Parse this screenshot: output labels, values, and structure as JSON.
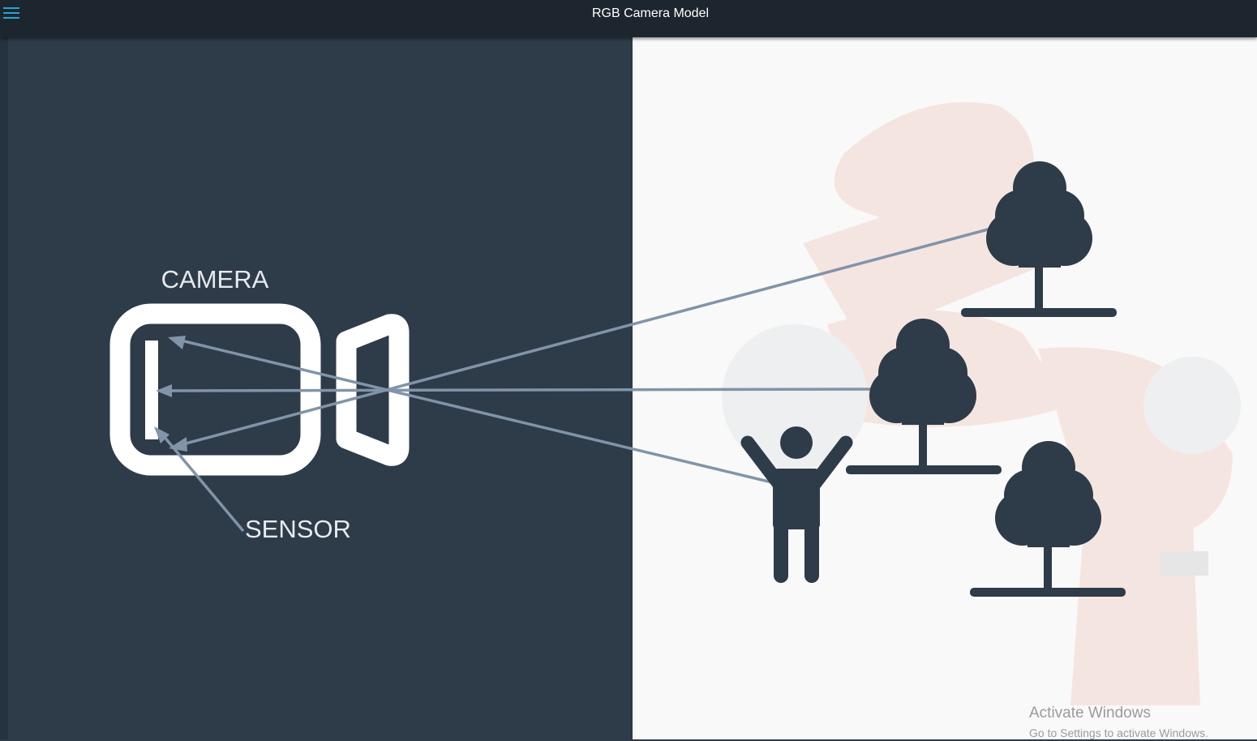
{
  "window": {
    "title": "RGB Camera Model"
  },
  "toolbar": {
    "menu_icon": "hamburger-menu-icon",
    "accent_color": "#29a3d6"
  },
  "slide": {
    "camera_label": "CAMERA",
    "sensor_label": "SENSOR",
    "dark_panel_color": "#2e3b49",
    "light_panel_color": "#f9f9f9",
    "ray_color": "#8194a8",
    "icons": [
      "camera-icon",
      "tree-icon",
      "tree-icon",
      "tree-icon",
      "person-icon",
      "robot-arm-watermark-image"
    ]
  },
  "watermark": {
    "title": "Activate Windows",
    "subtitle": "Go to Settings to activate Windows."
  }
}
